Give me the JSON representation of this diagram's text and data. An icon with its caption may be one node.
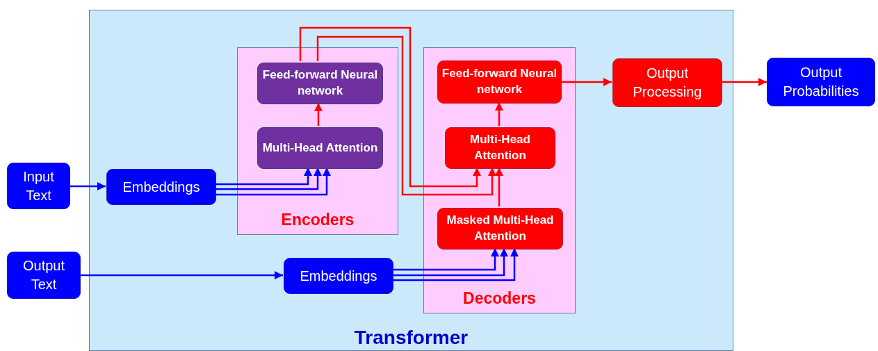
{
  "diagram": {
    "nodes": [
      {
        "text": [
          "Transformer"
        ]
      },
      {
        "text": [
          "Encoders"
        ],
        "in": 0
      },
      {
        "text": [
          "Feed-forward Neural network"
        ],
        "in": 1
      },
      {
        "text": [
          "Multi-Head Attention"
        ],
        "in": 1
      },
      {
        "text": [
          "Decoders"
        ],
        "in": 0
      },
      {
        "text": [
          "Feed-forward Neural network"
        ],
        "in": 4
      },
      {
        "text": [
          "Multi-Head Attention"
        ],
        "in": 4
      },
      {
        "text": [
          "Masked Multi-Head Attention"
        ],
        "in": 4
      },
      {
        "text": [
          "Embeddings"
        ],
        "in": 0
      },
      {
        "text": [
          "Embeddings"
        ],
        "in": 0
      },
      {
        "text": [
          "Output Processing"
        ],
        "in": 0
      },
      {
        "text": [
          "Input Text"
        ]
      },
      {
        "text": [
          "Output Text"
        ]
      },
      {
        "text": [
          "Output Probabilities"
        ]
      }
    ],
    "edges": [
      {
        "from": 11,
        "to": 8,
        "arrow": "to"
      },
      {
        "from": 8,
        "to": 3,
        "arrow": "to"
      },
      {
        "from": 8,
        "to": 3,
        "arrow": "to"
      },
      {
        "from": 8,
        "to": 3,
        "arrow": "to"
      },
      {
        "from": 12,
        "to": 9,
        "arrow": "to"
      },
      {
        "from": 9,
        "to": 7,
        "arrow": "to"
      },
      {
        "from": 9,
        "to": 7,
        "arrow": "to"
      },
      {
        "from": 9,
        "to": 7,
        "arrow": "to"
      },
      {
        "from": 3,
        "to": 2,
        "arrow": "to",
        "color": "#ff0000"
      },
      {
        "from": 2,
        "to": 6,
        "arrow": "to",
        "color": "#ff0000"
      },
      {
        "from": 2,
        "to": 6,
        "arrow": "to",
        "color": "#ff0000"
      },
      {
        "from": 7,
        "to": 6,
        "arrow": "to",
        "color": "#ff0000"
      },
      {
        "from": 6,
        "to": 5,
        "arrow": "to",
        "color": "#ff0000"
      },
      {
        "from": 5,
        "to": 10,
        "arrow": "to",
        "color": "#ff0000"
      },
      {
        "from": 10,
        "to": 13,
        "arrow": "to",
        "color": "#ff0000"
      }
    ]
  }
}
